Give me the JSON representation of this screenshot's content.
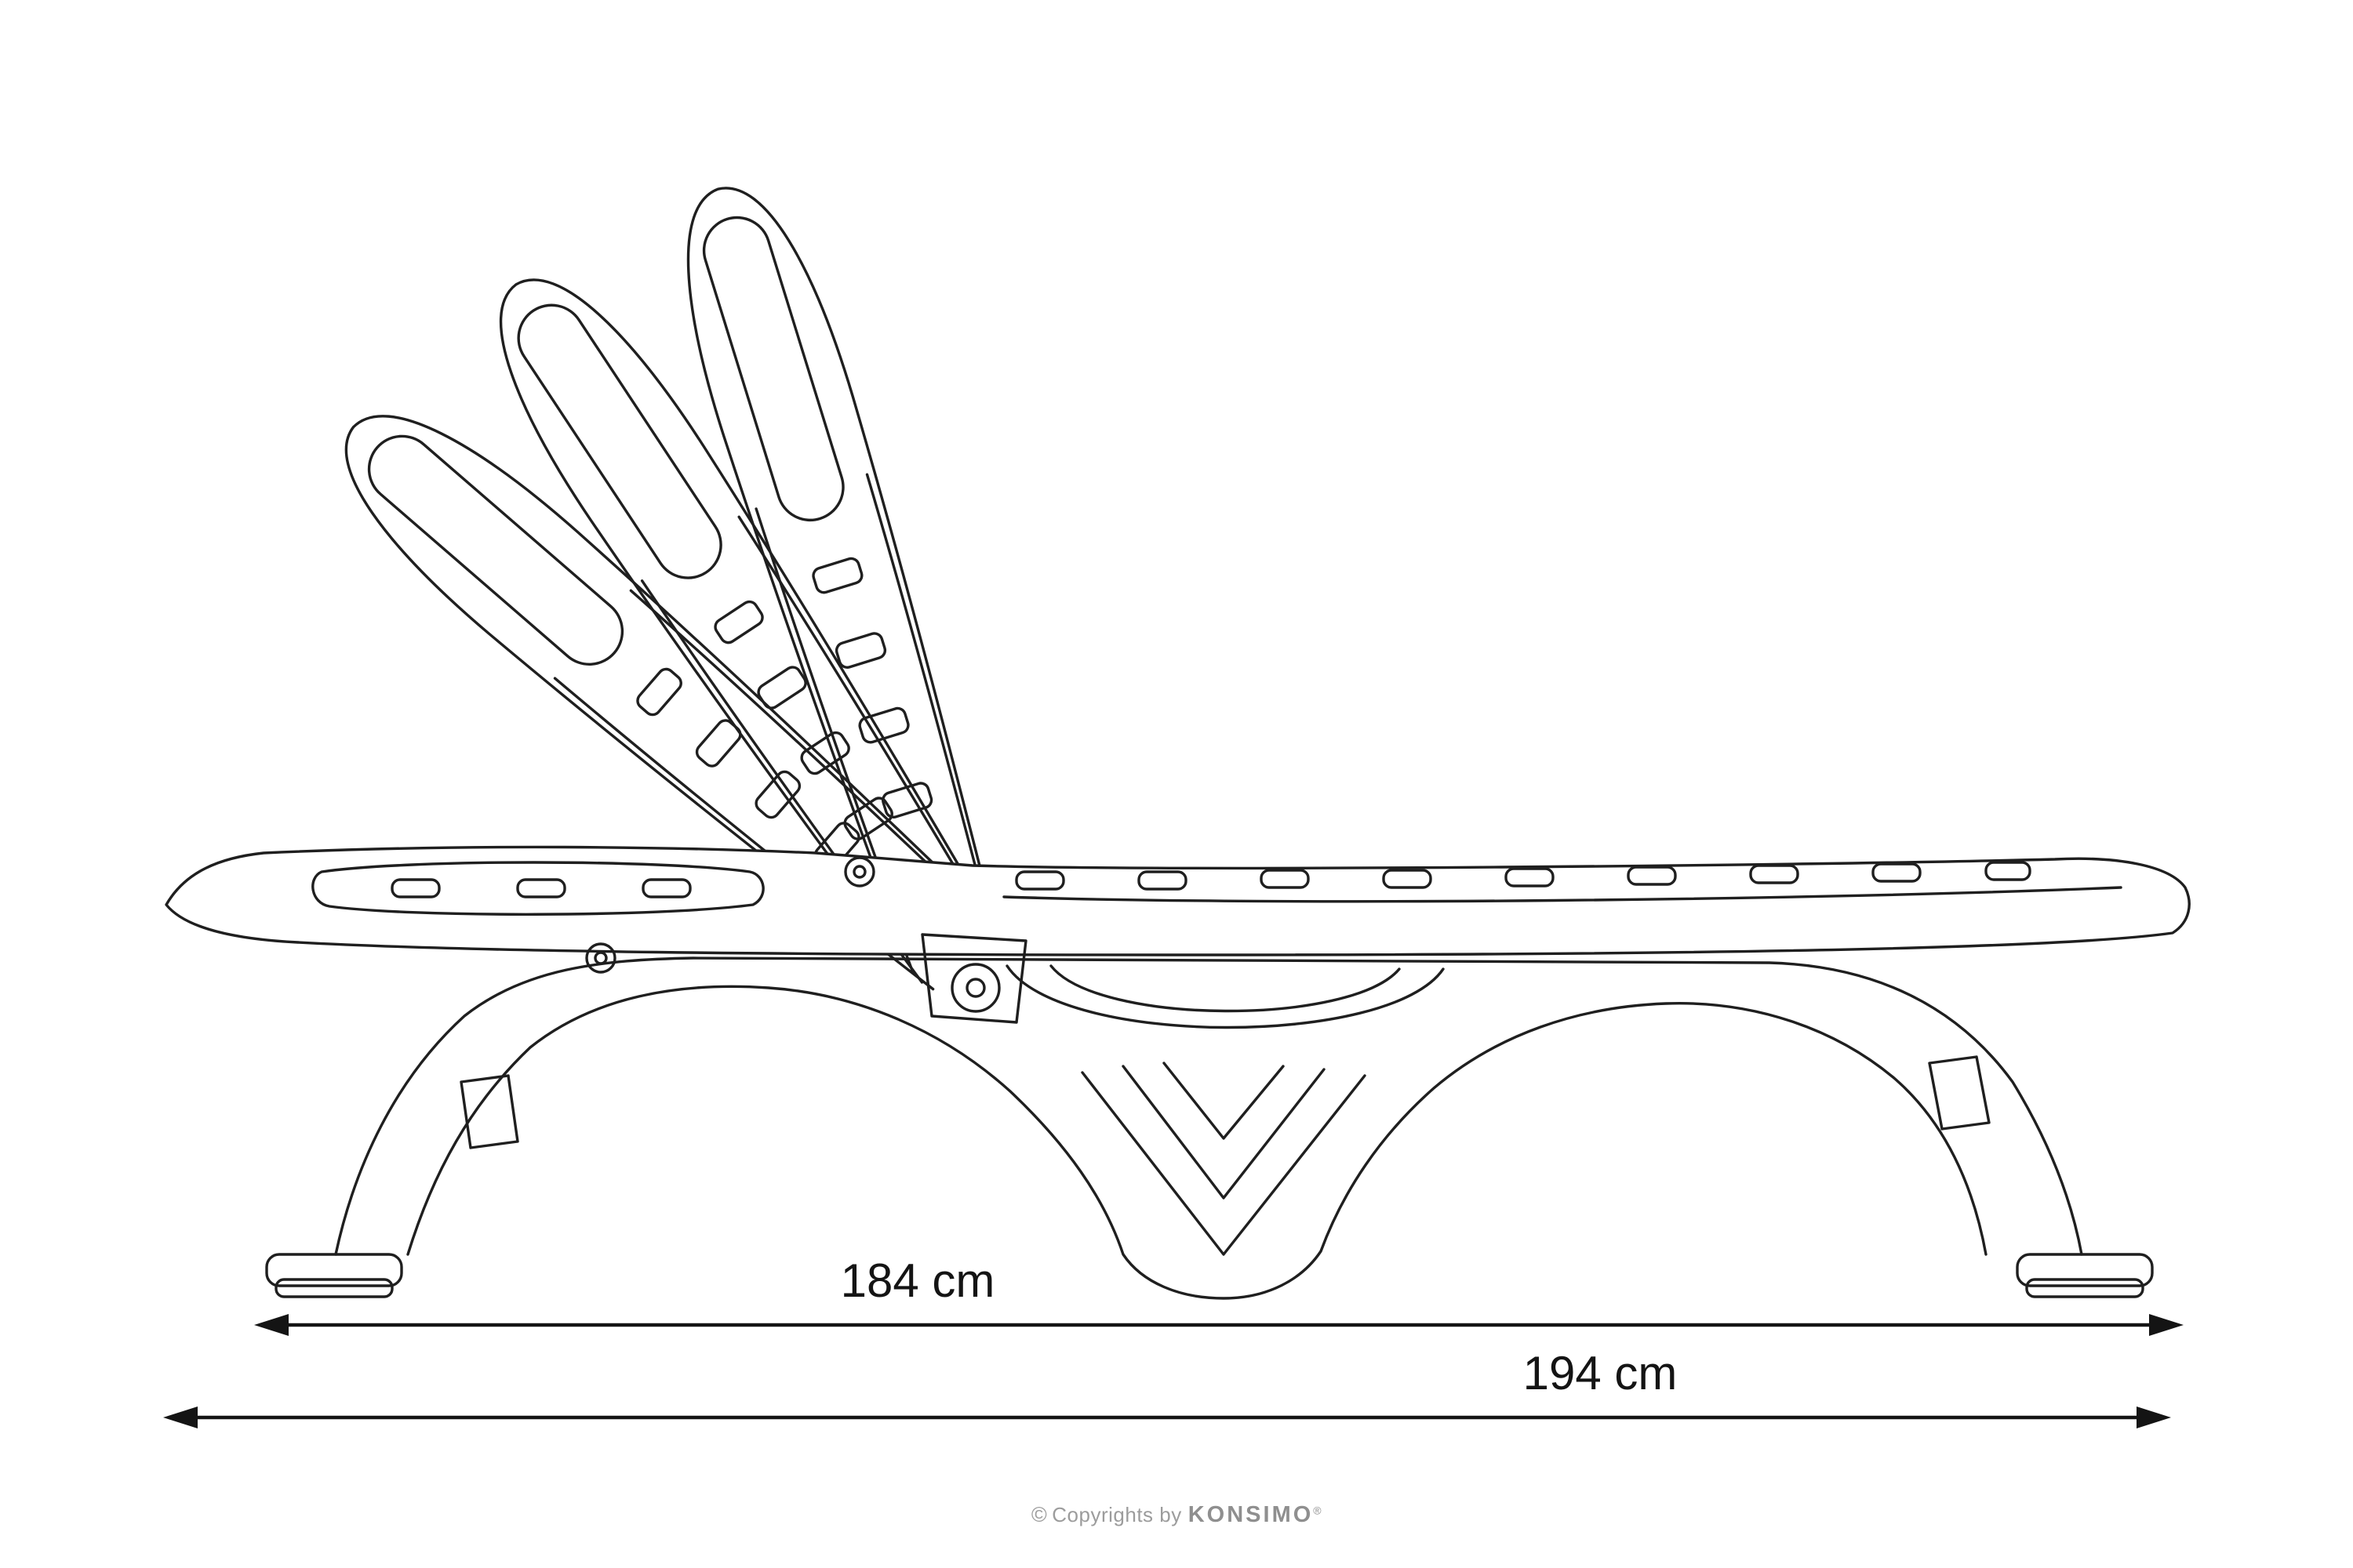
{
  "colors": {
    "background": "#ffffff",
    "line": "#1f1f1f",
    "dimension_text": "#141414",
    "footer_text": "#9c9c9c",
    "footer_brand": "#8f8f8f"
  },
  "drawing": {
    "subject": "sun-lounger-side-elevation",
    "backrest_positions_shown": 3
  },
  "dimensions": {
    "inner": {
      "label": "184 cm"
    },
    "outer": {
      "label": "194 cm"
    }
  },
  "footer": {
    "symbol": "©",
    "text": "Copyrights by",
    "brand": "Konsimo",
    "registered": "®"
  }
}
